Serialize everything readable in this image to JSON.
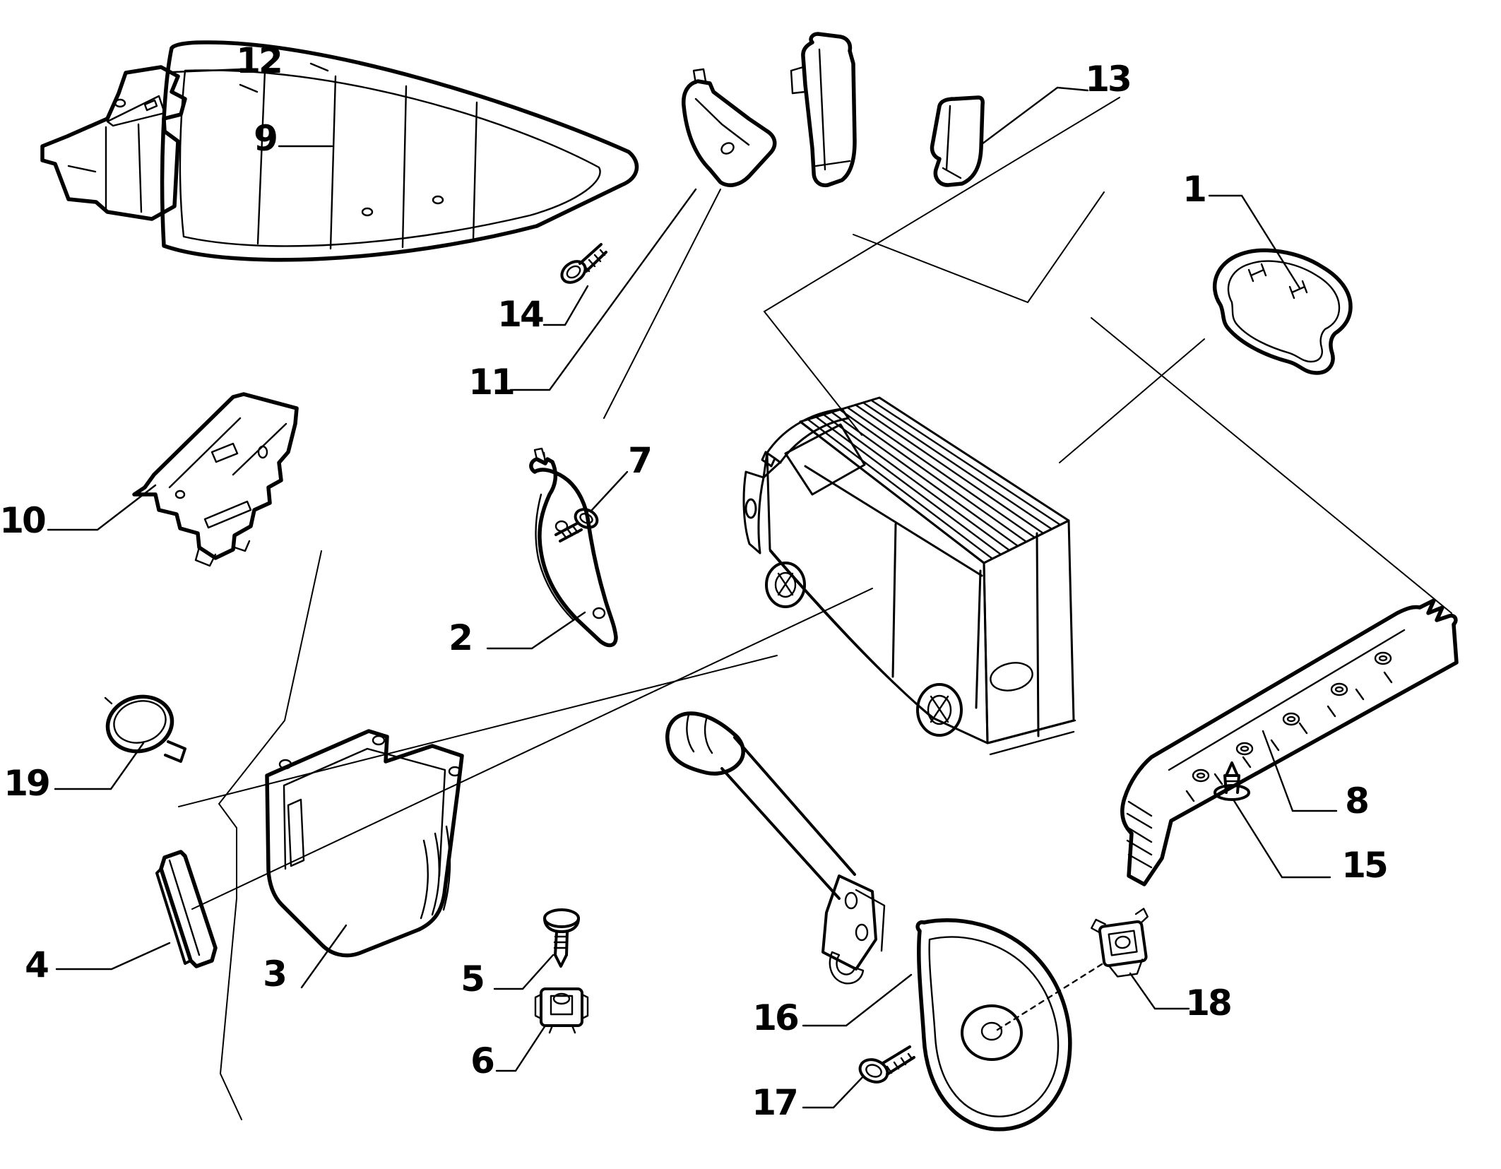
{
  "diagram": {
    "type": "exploded-parts-line-drawing",
    "background_color": "#ffffff",
    "line_color": "#000000",
    "callouts": [
      {
        "num": "1"
      },
      {
        "num": "2"
      },
      {
        "num": "3"
      },
      {
        "num": "4"
      },
      {
        "num": "5"
      },
      {
        "num": "6"
      },
      {
        "num": "7"
      },
      {
        "num": "8"
      },
      {
        "num": "9"
      },
      {
        "num": "10"
      },
      {
        "num": "11"
      },
      {
        "num": "12"
      },
      {
        "num": "13"
      },
      {
        "num": "14"
      },
      {
        "num": "15"
      },
      {
        "num": "16"
      },
      {
        "num": "17"
      },
      {
        "num": "18"
      },
      {
        "num": "19"
      }
    ]
  }
}
